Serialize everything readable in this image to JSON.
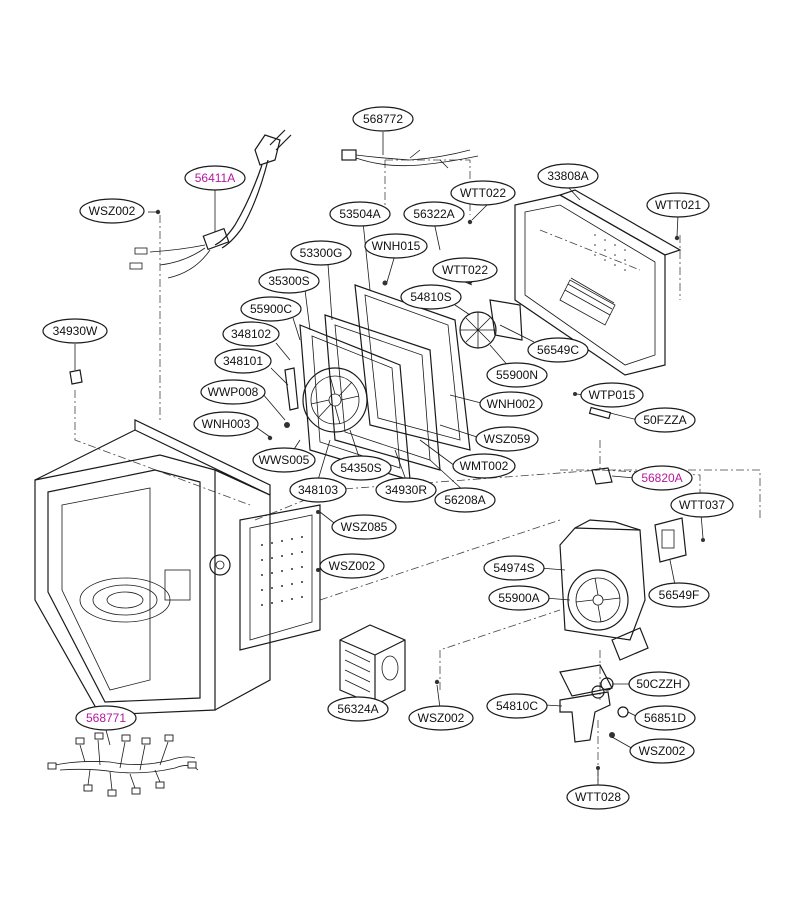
{
  "labels": [
    {
      "id": "568772",
      "text": "568772",
      "highlight": false
    },
    {
      "id": "56411A",
      "text": "56411A",
      "highlight": true
    },
    {
      "id": "WSZ002-a",
      "text": "WSZ002",
      "highlight": false
    },
    {
      "id": "53504A",
      "text": "53504A",
      "highlight": false
    },
    {
      "id": "56322A",
      "text": "56322A",
      "highlight": false
    },
    {
      "id": "WTT022-a",
      "text": "WTT022",
      "highlight": false
    },
    {
      "id": "33808A",
      "text": "33808A",
      "highlight": false
    },
    {
      "id": "WTT021",
      "text": "WTT021",
      "highlight": false
    },
    {
      "id": "53300G",
      "text": "53300G",
      "highlight": false
    },
    {
      "id": "WNH015",
      "text": "WNH015",
      "highlight": false
    },
    {
      "id": "WTT022-b",
      "text": "WTT022",
      "highlight": false
    },
    {
      "id": "35300S",
      "text": "35300S",
      "highlight": false
    },
    {
      "id": "54810S",
      "text": "54810S",
      "highlight": false
    },
    {
      "id": "55900C",
      "text": "55900C",
      "highlight": false
    },
    {
      "id": "34930W",
      "text": "34930W",
      "highlight": false
    },
    {
      "id": "348102",
      "text": "348102",
      "highlight": false
    },
    {
      "id": "56549C",
      "text": "56549C",
      "highlight": false
    },
    {
      "id": "348101",
      "text": "348101",
      "highlight": false
    },
    {
      "id": "55900N",
      "text": "55900N",
      "highlight": false
    },
    {
      "id": "WWP008",
      "text": "WWP008",
      "highlight": false
    },
    {
      "id": "WTP015",
      "text": "WTP015",
      "highlight": false
    },
    {
      "id": "WNH002",
      "text": "WNH002",
      "highlight": false
    },
    {
      "id": "50FZZA",
      "text": "50FZZA",
      "highlight": false
    },
    {
      "id": "WNH003",
      "text": "WNH003",
      "highlight": false
    },
    {
      "id": "WSZ059",
      "text": "WSZ059",
      "highlight": false
    },
    {
      "id": "WWS005",
      "text": "WWS005",
      "highlight": false
    },
    {
      "id": "54350S",
      "text": "54350S",
      "highlight": false
    },
    {
      "id": "WMT002",
      "text": "WMT002",
      "highlight": false
    },
    {
      "id": "348103",
      "text": "348103",
      "highlight": false
    },
    {
      "id": "34930R",
      "text": "34930R",
      "highlight": false
    },
    {
      "id": "56208A",
      "text": "56208A",
      "highlight": false
    },
    {
      "id": "56820A",
      "text": "56820A",
      "highlight": true
    },
    {
      "id": "WTT037",
      "text": "WTT037",
      "highlight": false
    },
    {
      "id": "WSZ085",
      "text": "WSZ085",
      "highlight": false
    },
    {
      "id": "WSZ002-b",
      "text": "WSZ002",
      "highlight": false
    },
    {
      "id": "54974S",
      "text": "54974S",
      "highlight": false
    },
    {
      "id": "55900A",
      "text": "55900A",
      "highlight": false
    },
    {
      "id": "56549F",
      "text": "56549F",
      "highlight": false
    },
    {
      "id": "50CZZH",
      "text": "50CZZH",
      "highlight": false
    },
    {
      "id": "568771",
      "text": "568771",
      "highlight": true
    },
    {
      "id": "54810C",
      "text": "54810C",
      "highlight": false
    },
    {
      "id": "56851D",
      "text": "56851D",
      "highlight": false
    },
    {
      "id": "56324A",
      "text": "56324A",
      "highlight": false
    },
    {
      "id": "WSZ002-c",
      "text": "WSZ002",
      "highlight": false
    },
    {
      "id": "WSZ002-d",
      "text": "WSZ002",
      "highlight": false
    },
    {
      "id": "WTT028",
      "text": "WTT028",
      "highlight": false
    }
  ],
  "colors": {
    "line": "#1a1a1a",
    "highlight": "#b5179e",
    "background": "#ffffff"
  }
}
